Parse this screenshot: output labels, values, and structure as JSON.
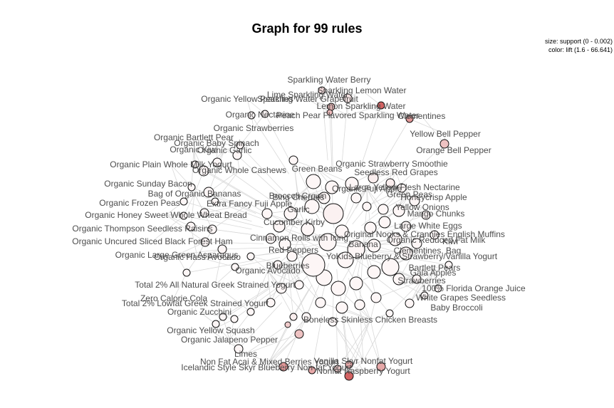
{
  "chart_data": {
    "type": "network",
    "title": "Graph for 99 rules",
    "legend": {
      "size": "size: support (0 - 0.002)",
      "color": "color: lift (1.6 - 66.641)"
    },
    "items": [
      "Sparkling Water Berry",
      "Sparkling Lemon Water",
      "Lime Sparkling Water",
      "Organic Yellow Peaches",
      "Sparkling Water Grapefruit",
      "Lemon Sparkling Water",
      "Peach Pear Flavored Sparkling Water",
      "Organic Nectarine",
      "Clementines",
      "Organic Strawberries",
      "Yellow Bell Pepper",
      "Orange Bell Pepper",
      "Organic Bartlett Pear",
      "Organic Baby Spinach",
      "Organic Kiwi",
      "Organic Plain Whole Milk Yogurt",
      "Organic Whole Cashews",
      "Organic Sunday Bacon",
      "Bag of Organic Bananas",
      "Organic Frozen Peas",
      "Organic Honey Sweet Whole Wheat Bread",
      "Organic Thompson Seedless Raisins",
      "Organic Uncured Sliced Black Forest Ham",
      "Organic Large Green Asparagus",
      "Organic Hass Avocado",
      "Organic Strawberry Smoothie",
      "Green Beans",
      "Large Yellow Flesh Nectarine",
      "Seedless Red Grapes",
      "Honeycrisp Apple",
      "Yellow Onions",
      "Mango Chunks",
      "Large White Eggs",
      "Original Nooks & Crannies English Muffins",
      "Organic Reduced Fat Milk",
      "Clementines, Bag",
      "YoKids Blueberry & Strawberry/Vanilla Yogurt",
      "Bartlett Pears",
      "Gala Apples",
      "Strawberries",
      "100% Florida Orange Juice",
      "White Grapes Seedless",
      "Baby Broccoli",
      "Total 2% All Natural Greek Strained Yogurt",
      "Total 2% Lowfat Greek Strained Yogurt",
      "Zero Calorie Cola",
      "Organic Zucchini",
      "Organic Yellow Squash",
      "Organic Jalapeno Pepper",
      "Limes",
      "Non Fat Acai & Mixed Berries Yogurt",
      "Icelandic Style Skyr Blueberry Non-fat Yogurt",
      "Vanilla Skyr Nonfat Yogurt",
      "Nonfat Raspberry Yogurt",
      "Banana",
      "Blueberries",
      "Broccoli Crown",
      "Garlic",
      "Cucumber Kirby",
      "Cinnamon Rolls with Icing",
      "Organic Avocado",
      "Bing Cherries",
      "Red Peppers",
      "Organic Fuji Apple",
      "Extra Fancy Fuji Apple",
      "Boneless Skinless Chicken Breasts",
      "Kiwi",
      "Green Peas",
      "Organic Garlic"
    ]
  }
}
